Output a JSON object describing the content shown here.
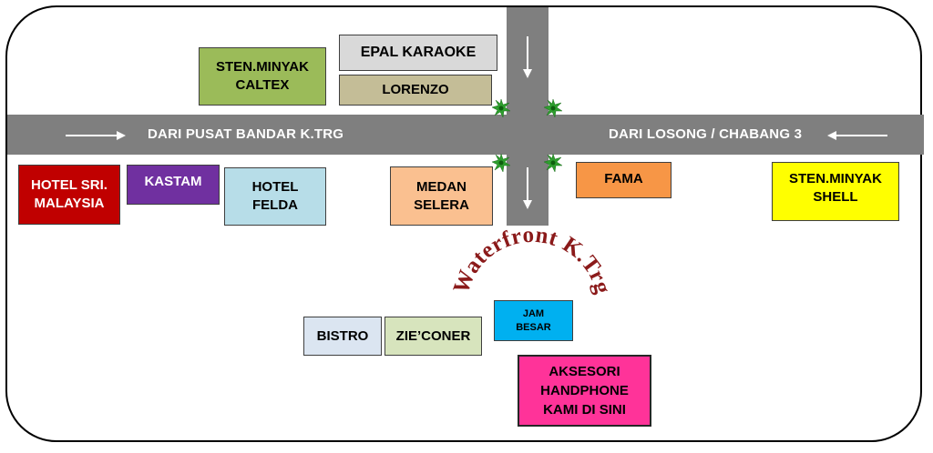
{
  "roads": {
    "left_label": "DARI PUSAT BANDAR K.TRG",
    "right_label": "DARI LOSONG / CHABANG 3"
  },
  "places": {
    "caltex": "STEN.MINYAK\nCALTEX",
    "epal": "EPAL  KARAOKE",
    "lorenzo": "LORENZO",
    "hotel_sri": "HOTEL SRI.\nMALAYSIA",
    "kastam": "KASTAM",
    "hotel_felda": "HOTEL\nFELDA",
    "medan_selera": "MEDAN\nSELERA",
    "fama": "FAMA",
    "shell": "STEN.MINYAK\nSHELL",
    "bistro": "BISTRO",
    "zie_coner": "ZIE’CONER",
    "jam_besar": "JAM\nBESAR",
    "aksesori": "AKSESORI\nHANDPHONE\nKAMI DI SINI"
  },
  "waterfront_text": "Waterfront K.Trg",
  "colors": {
    "road": "#7f7f7f",
    "caltex": "#9bbb59",
    "epal": "#d9d9d9",
    "lorenzo": "#c4bd97",
    "hotel_sri": "#c00000",
    "kastam": "#7030a0",
    "hotel_felda": "#b7dde8",
    "medan_selera": "#fac090",
    "fama": "#f79646",
    "shell": "#ffff00",
    "bistro": "#dbe5f1",
    "zie_coner": "#d7e4bd",
    "jam_besar": "#00b0f0",
    "aksesori": "#ff3399",
    "waterfront": "#8b1a1a",
    "marker": "#2e9e2e"
  },
  "icons": {
    "traffic_marker": "star-marker-icon",
    "arrow": "arrow-icon"
  }
}
